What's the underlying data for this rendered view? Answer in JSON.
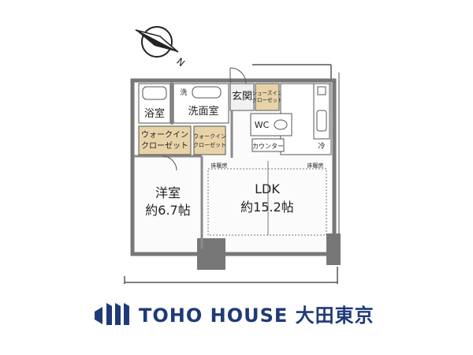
{
  "compass": {
    "north_label": "N",
    "north_arrow_name": "north-arrow-icon"
  },
  "rooms": {
    "bath": "浴室",
    "washroom": "洗面室",
    "wash": "洗",
    "entrance": "玄関",
    "shoes_closet": "シューズイン\nクローゼット",
    "wc": "WC",
    "counter": "カウンター",
    "fridge": "冷",
    "walkin_closet_1": "ウォークイン\nクローゼット",
    "walkin_closet_2": "ウォークイン\nクローゼット",
    "western_room_name": "洋室",
    "western_room_size": "約6.7帖",
    "ldk_name": "LDK",
    "ldk_size": "約15.2帖",
    "floor_heating_1": "床暖房",
    "floor_heating_2": "床暖房"
  },
  "brand": {
    "name": "TOHO HOUSE 大田東京",
    "color": "#1f3a78",
    "logo_icon": "toho-house-logo-icon"
  },
  "colors": {
    "wall": "#7a7a7a",
    "closet_fill": "#e8d3a8",
    "gray_fill": "#f1f1f1",
    "line": "#555555"
  }
}
